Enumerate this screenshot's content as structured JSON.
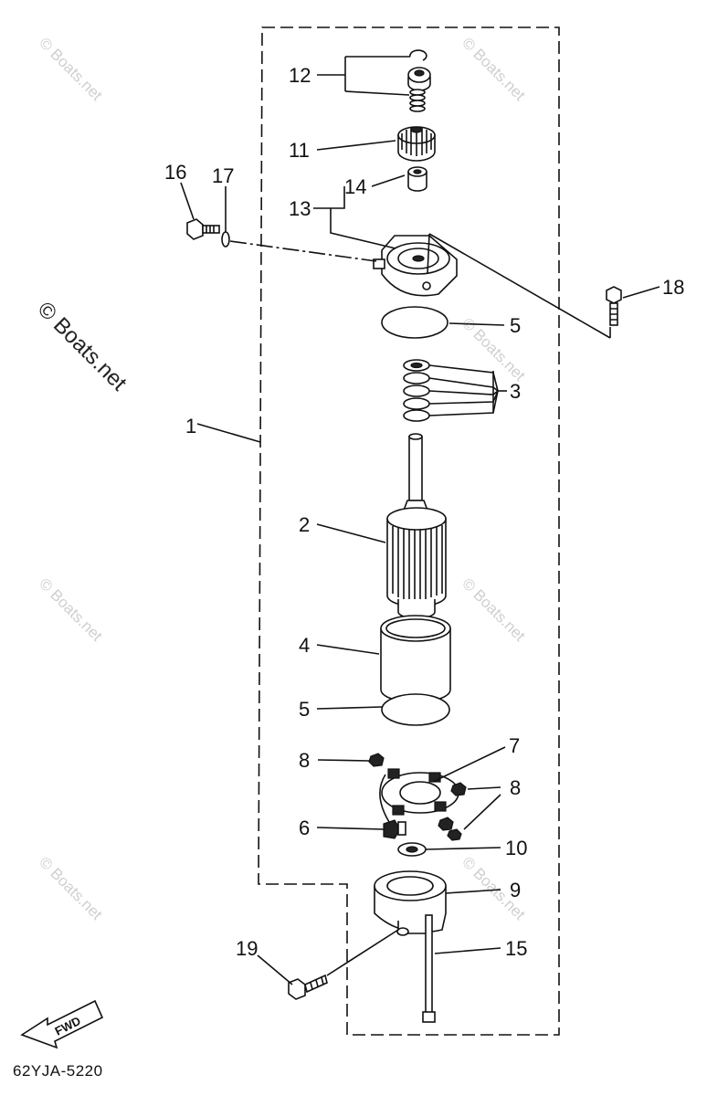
{
  "diagram": {
    "part_code": "62YJA-5220",
    "fwd_label": "FWD",
    "watermark": "© Boats.net",
    "callouts": {
      "c1": "1",
      "c2": "2",
      "c3": "3",
      "c4": "4",
      "c5a": "5",
      "c5b": "5",
      "c6": "6",
      "c7": "7",
      "c8a": "8",
      "c8b": "8",
      "c9": "9",
      "c10": "10",
      "c11": "11",
      "c12": "12",
      "c13": "13",
      "c14": "14",
      "c15": "15",
      "c16": "16",
      "c17": "17",
      "c18": "18",
      "c19": "19"
    }
  }
}
